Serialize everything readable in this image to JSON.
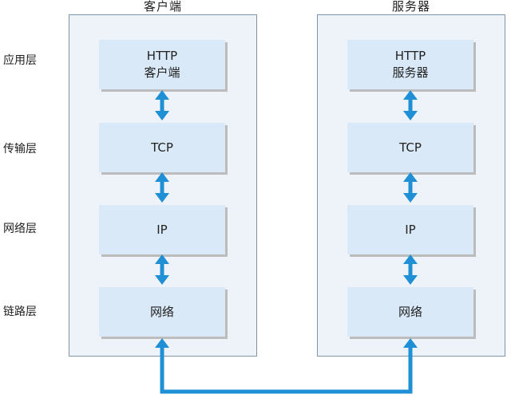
{
  "client": {
    "title": "客户端",
    "layers": {
      "application": [
        "HTTP",
        "客户端"
      ],
      "transport": "TCP",
      "network": "IP",
      "link": "网络"
    }
  },
  "server": {
    "title": "服务器",
    "layers": {
      "application": [
        "HTTP",
        "服务器"
      ],
      "transport": "TCP",
      "network": "IP",
      "link": "网络"
    }
  },
  "layer_labels": {
    "application": "应用层",
    "transport": "传输层",
    "network": "网络层",
    "link": "链路层"
  },
  "colors": {
    "arrow": "#1f8fd6",
    "box_fill": "#d9e9f7",
    "panel_fill": "#eef3f9",
    "panel_border": "#7f95ab"
  }
}
